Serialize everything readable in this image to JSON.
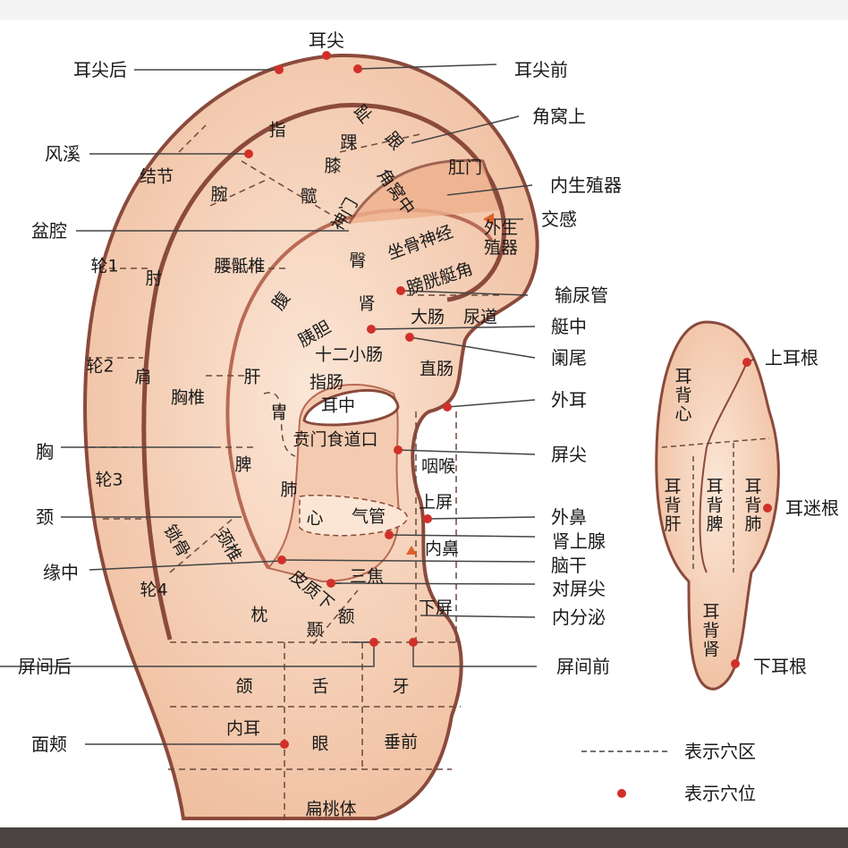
{
  "title": "耳穴分布图",
  "colors": {
    "skin": "#f6d5bd",
    "skin_dark": "#e8a98a",
    "outline": "#8b4a3c",
    "point": "#d1302a",
    "sympathetic": "#e0602a"
  },
  "outer_left": {
    "ear_apex": "耳尖",
    "apex_back": "耳尖后",
    "fengxi": "风溪",
    "pelvis": "盆腔",
    "chest": "胸",
    "neck": "颈",
    "yuanzhong": "缘中",
    "intertragus_back": "屏间后",
    "cheek": "面颊"
  },
  "outer_right": {
    "apex_front": "耳尖前",
    "upper_fossa": "角窝上",
    "internal_genitals": "内生殖器",
    "sympathetic": "交感",
    "ureter": "输尿管",
    "cymba_center": "艇中",
    "appendix": "阑尾",
    "external_ear": "外耳",
    "tragus_apex": "屏尖",
    "external_nose": "外鼻",
    "adrenal": "肾上腺",
    "brainstem": "脑干",
    "antitragus_apex": "对屏尖",
    "endocrine": "内分泌",
    "intertragus_front": "屏间前"
  },
  "helix": {
    "h1": "轮1",
    "h2": "轮2",
    "h3": "轮3",
    "h4": "轮4",
    "tubercle": "结节"
  },
  "regions": {
    "finger": "指",
    "toe": "趾",
    "heel": "跟",
    "ankle": "踝",
    "knee": "膝",
    "wrist": "腕",
    "hip": "髋",
    "mid_fossa": "角窝中",
    "anus": "肛门",
    "shenmen": "神门",
    "sciatic": "坐骨神经",
    "ext_genitals": "外生殖器",
    "buttock": "臀",
    "lumbosacral": "腰骶椎",
    "elbow": "肘",
    "bladder_angle": "膀胱艇角",
    "abdomen": "腹",
    "pancreas": "胰胆",
    "kidney": "肾",
    "large_intestine": "大肠",
    "urethra": "尿道",
    "duodenum_small": "十二小肠",
    "duodenum_end": "指肠",
    "shoulder": "肩",
    "thoracic": "胸椎",
    "liver": "肝",
    "rectum": "直肠",
    "stomach": "胃",
    "ear_center": "耳中",
    "cardia": "贲门食道口",
    "throat": "咽喉",
    "spleen": "脾",
    "lung": "肺",
    "upper_tragus": "上屏",
    "heart": "心",
    "trachea": "气管",
    "inner_nose": "内鼻",
    "clavicle": "锁骨",
    "cervical": "颈椎",
    "sanjiao": "三焦",
    "subcortex": "皮质下",
    "occiput": "枕",
    "temple": "颞",
    "forehead": "额",
    "lower_tragus": "下屏",
    "jaw": "颌",
    "tongue": "舌",
    "teeth": "牙",
    "inner_ear": "内耳",
    "eye": "眼",
    "front_lobe": "垂前",
    "tonsil": "扁桃体"
  },
  "back": {
    "heart": "耳背心",
    "liver": "耳背肝",
    "spleen": "耳背脾",
    "lung": "耳背肺",
    "kidney": "耳背肾",
    "upper_root": "上耳根",
    "vagus_root": "耳迷根",
    "lower_root": "下耳根"
  },
  "legend": {
    "zone": "表示穴区",
    "point": "表示穴位"
  }
}
